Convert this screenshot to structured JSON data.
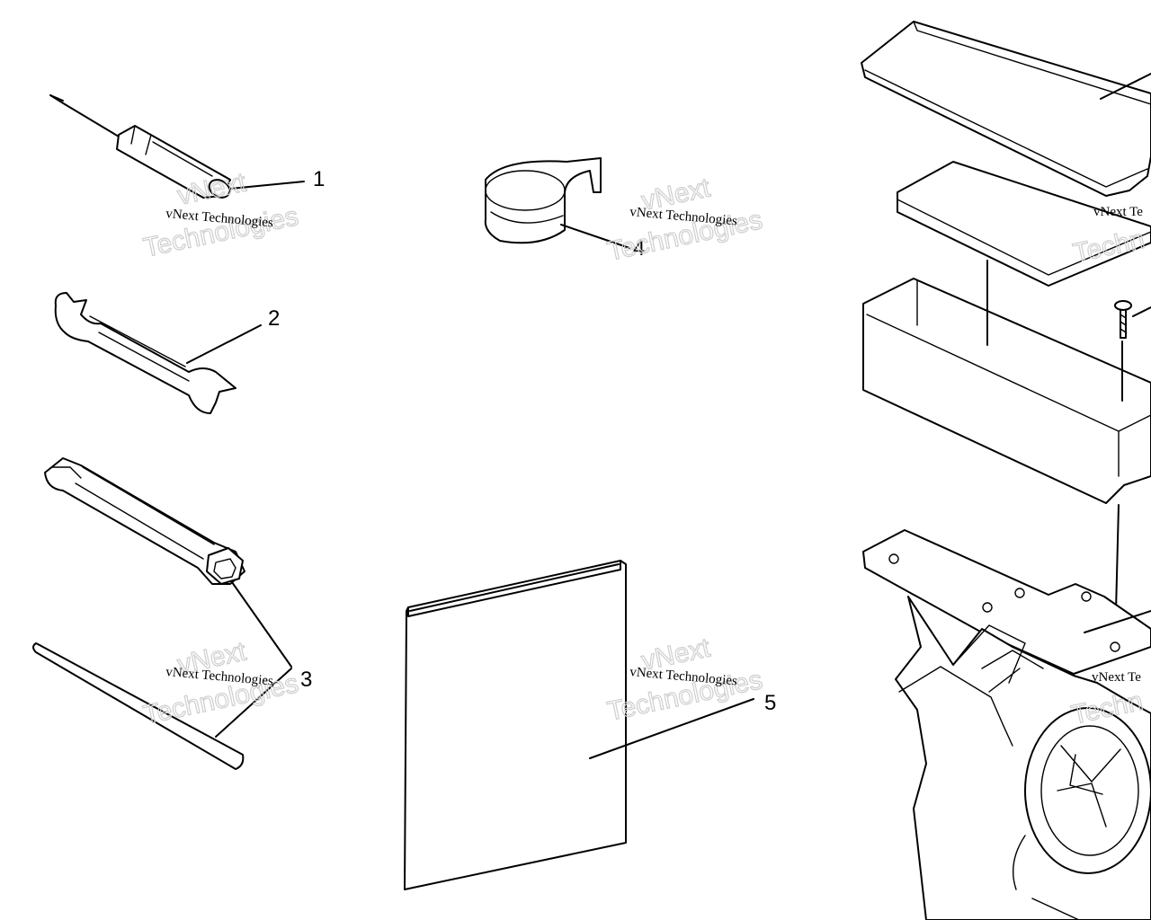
{
  "callouts": {
    "c1": "1",
    "c2": "2",
    "c3": "3",
    "c4": "4",
    "c5": "5"
  },
  "watermark": {
    "small": "vNext Technologies",
    "large_top": "vNext",
    "large_bottom": "Technologies",
    "small_cut": "vNext Te",
    "large_cut": "Techn"
  }
}
